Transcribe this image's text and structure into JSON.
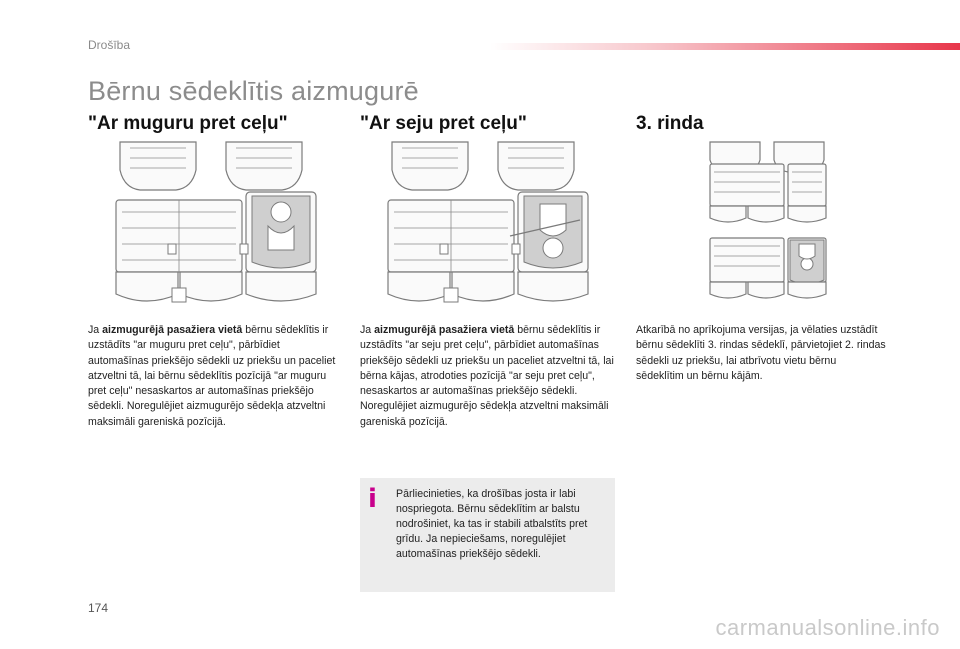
{
  "header": {
    "section": "Drošība"
  },
  "title": "Bērnu sēdeklītis aizmugurē",
  "columns": [
    {
      "heading": "\"Ar muguru pret ceļu\"",
      "text_prefix": "Ja ",
      "text_bold": "aizmugurējā pasažiera vietā",
      "text_rest": " bērnu sēdeklītis ir uzstādīts \"ar muguru pret ceļu\", pārbīdiet automašīnas priekšējo sēdekli uz priekšu un paceliet atzveltni tā, lai bērnu sēdeklītis pozīcijā \"ar muguru pret ceļu\" nesaskartos ar automašīnas priekšējo sēdekli. Noregulējiet aizmugurējo sēdekļa atzveltni maksimāli gareniskā pozīcijā."
    },
    {
      "heading": "\"Ar seju pret ceļu\"",
      "text_prefix": "Ja ",
      "text_bold": "aizmugurējā pasažiera vietā",
      "text_rest": " bērnu sēdeklītis ir uzstādīts \"ar seju pret ceļu\", pārbīdiet automašīnas priekšējo sēdekli uz priekšu un paceliet atzveltni tā, lai bērna kājas, atrodoties pozīcijā \"ar seju pret ceļu\", nesaskartos ar automašīnas priekšējo sēdekli. Noregulējiet aizmugurējo sēdekļa atzveltni maksimāli gareniskā pozīcijā."
    },
    {
      "heading": "3. rinda",
      "text": "Atkarībā no aprīkojuma versijas, ja vēlaties uzstādīt bērnu sēdeklīti 3. rindas sēdeklī, pārvietojiet 2. rindas sēdekli uz priekšu, lai atbrīvotu vietu bērnu sēdeklītim un bērnu kājām."
    }
  ],
  "info": {
    "icon": "info-icon",
    "text": "Pārliecinieties, ka drošības josta ir labi nospriegota. Bērnu sēdeklītim ar balstu nodrošiniet, ka tas ir stabili atbalstīts pret grīdu. Ja nepieciešams, noregulējiet automašīnas priekšējo sēdekli.",
    "color": "#c8008c"
  },
  "page_number": "174",
  "watermark": "carmanualsonline.info"
}
